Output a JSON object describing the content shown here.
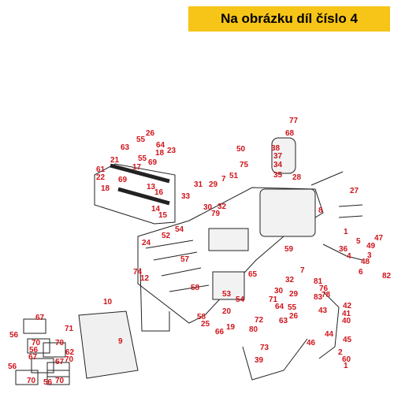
{
  "banner": {
    "text": "Na obrázku díl číslo 4"
  },
  "colors": {
    "banner_bg": "#f7c518",
    "callout": "#d0141b",
    "line": "#222222"
  },
  "parts": [
    {
      "num": "77"
    },
    {
      "num": "68"
    },
    {
      "num": "38"
    },
    {
      "num": "37"
    },
    {
      "num": "34"
    },
    {
      "num": "35"
    },
    {
      "num": "50"
    },
    {
      "num": "75"
    },
    {
      "num": "51"
    },
    {
      "num": "28"
    },
    {
      "num": "27"
    },
    {
      "num": "8"
    },
    {
      "num": "26"
    },
    {
      "num": "55"
    },
    {
      "num": "63"
    },
    {
      "num": "64"
    },
    {
      "num": "23"
    },
    {
      "num": "18"
    },
    {
      "num": "21"
    },
    {
      "num": "55"
    },
    {
      "num": "69"
    },
    {
      "num": "17"
    },
    {
      "num": "61"
    },
    {
      "num": "22"
    },
    {
      "num": "69"
    },
    {
      "num": "18"
    },
    {
      "num": "13"
    },
    {
      "num": "16"
    },
    {
      "num": "14"
    },
    {
      "num": "15"
    },
    {
      "num": "31"
    },
    {
      "num": "29"
    },
    {
      "num": "7"
    },
    {
      "num": "33"
    },
    {
      "num": "30"
    },
    {
      "num": "32"
    },
    {
      "num": "79"
    },
    {
      "num": "54"
    },
    {
      "num": "52"
    },
    {
      "num": "57"
    },
    {
      "num": "58"
    },
    {
      "num": "53"
    },
    {
      "num": "54"
    },
    {
      "num": "58"
    },
    {
      "num": "25"
    },
    {
      "num": "20"
    },
    {
      "num": "19"
    },
    {
      "num": "66"
    },
    {
      "num": "24"
    },
    {
      "num": "74"
    },
    {
      "num": "12"
    },
    {
      "num": "10"
    },
    {
      "num": "9"
    },
    {
      "num": "59"
    },
    {
      "num": "65"
    },
    {
      "num": "36"
    },
    {
      "num": "5"
    },
    {
      "num": "4"
    },
    {
      "num": "49"
    },
    {
      "num": "48"
    },
    {
      "num": "6"
    },
    {
      "num": "47"
    },
    {
      "num": "82"
    },
    {
      "num": "1"
    },
    {
      "num": "3"
    },
    {
      "num": "32"
    },
    {
      "num": "7"
    },
    {
      "num": "81"
    },
    {
      "num": "30"
    },
    {
      "num": "29"
    },
    {
      "num": "71"
    },
    {
      "num": "76"
    },
    {
      "num": "72"
    },
    {
      "num": "64"
    },
    {
      "num": "55"
    },
    {
      "num": "26"
    },
    {
      "num": "63"
    },
    {
      "num": "83"
    },
    {
      "num": "78"
    },
    {
      "num": "42"
    },
    {
      "num": "41"
    },
    {
      "num": "40"
    },
    {
      "num": "43"
    },
    {
      "num": "44"
    },
    {
      "num": "45"
    },
    {
      "num": "80"
    },
    {
      "num": "73"
    },
    {
      "num": "39"
    },
    {
      "num": "46"
    },
    {
      "num": "2"
    },
    {
      "num": "60"
    },
    {
      "num": "1"
    },
    {
      "num": "67"
    },
    {
      "num": "56"
    },
    {
      "num": "70"
    },
    {
      "num": "56"
    },
    {
      "num": "70"
    },
    {
      "num": "71"
    },
    {
      "num": "62"
    },
    {
      "num": "70"
    },
    {
      "num": "56"
    },
    {
      "num": "67"
    },
    {
      "num": "70"
    },
    {
      "num": "67"
    },
    {
      "num": "56"
    },
    {
      "num": "70"
    }
  ]
}
